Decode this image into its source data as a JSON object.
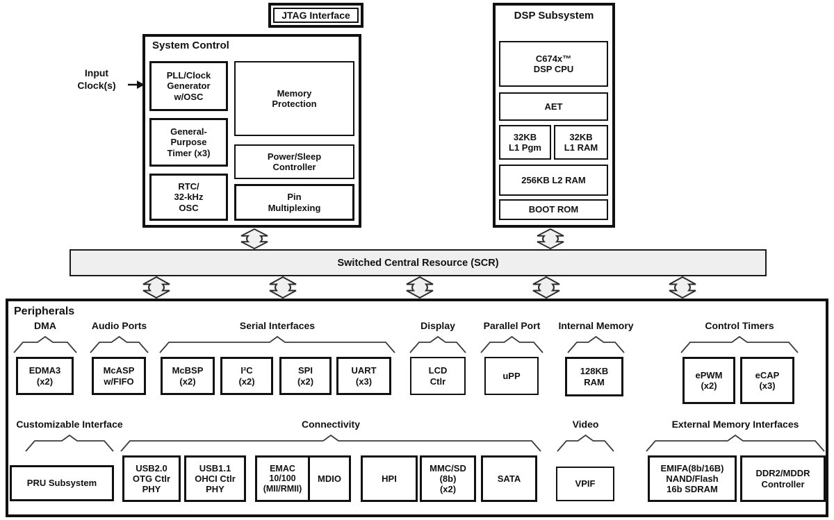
{
  "jtag_label": "JTAG Interface",
  "input_clock_label": "Input\nClock(s)",
  "system_control": {
    "title": "System Control",
    "pll": "PLL/Clock\nGenerator\nw/OSC",
    "memory_protection": "Memory\nProtection",
    "gp_timer": "General-\nPurpose\nTimer (x3)",
    "power_sleep": "Power/Sleep\nController",
    "rtc": "RTC/\n32-kHz\nOSC",
    "pin_mux": "Pin\nMultiplexing"
  },
  "dsp": {
    "title": "DSP Subsystem",
    "cpu": "C674x™\nDSP CPU",
    "aet": "AET",
    "l1_pgm": "32KB\nL1 Pgm",
    "l1_ram": "32KB\nL1 RAM",
    "l2_ram": "256KB L2 RAM",
    "boot_rom": "BOOT ROM"
  },
  "scr_label": "Switched Central Resource (SCR)",
  "peripherals": {
    "title": "Peripherals",
    "groups": {
      "dma": "DMA",
      "audio": "Audio Ports",
      "serial": "Serial Interfaces",
      "display": "Display",
      "parallel": "Parallel Port",
      "internal_memory": "Internal Memory",
      "control_timers": "Control Timers",
      "customizable": "Customizable Interface",
      "connectivity": "Connectivity",
      "video": "Video",
      "external_memory": "External Memory Interfaces"
    },
    "blocks": {
      "edma3": "EDMA3\n(x2)",
      "mcasp": "McASP\nw/FIFO",
      "mcbsp": "McBSP\n(x2)",
      "i2c": "I²C\n(x2)",
      "spi": "SPI\n(x2)",
      "uart": "UART\n(x3)",
      "lcd": "LCD\nCtlr",
      "upp": "uPP",
      "ram128": "128KB\nRAM",
      "epwm": "ePWM\n(x2)",
      "ecap": "eCAP\n(x3)",
      "pru": "PRU Subsystem",
      "usb20": "USB2.0\nOTG Ctlr\nPHY",
      "usb11": "USB1.1\nOHCI Ctlr\nPHY",
      "emac": "EMAC\n10/100\n(MII/RMII)",
      "mdio": "MDIO",
      "hpi": "HPI",
      "mmcsd": "MMC/SD\n(8b)\n(x2)",
      "sata": "SATA",
      "vpif": "VPIF",
      "emifa": "EMIFA(8b/16B)\nNAND/Flash\n16b SDRAM",
      "ddr2": "DDR2/MDDR\nController"
    }
  },
  "colors": {
    "border": "#111111",
    "bus_fill": "#efefef"
  }
}
